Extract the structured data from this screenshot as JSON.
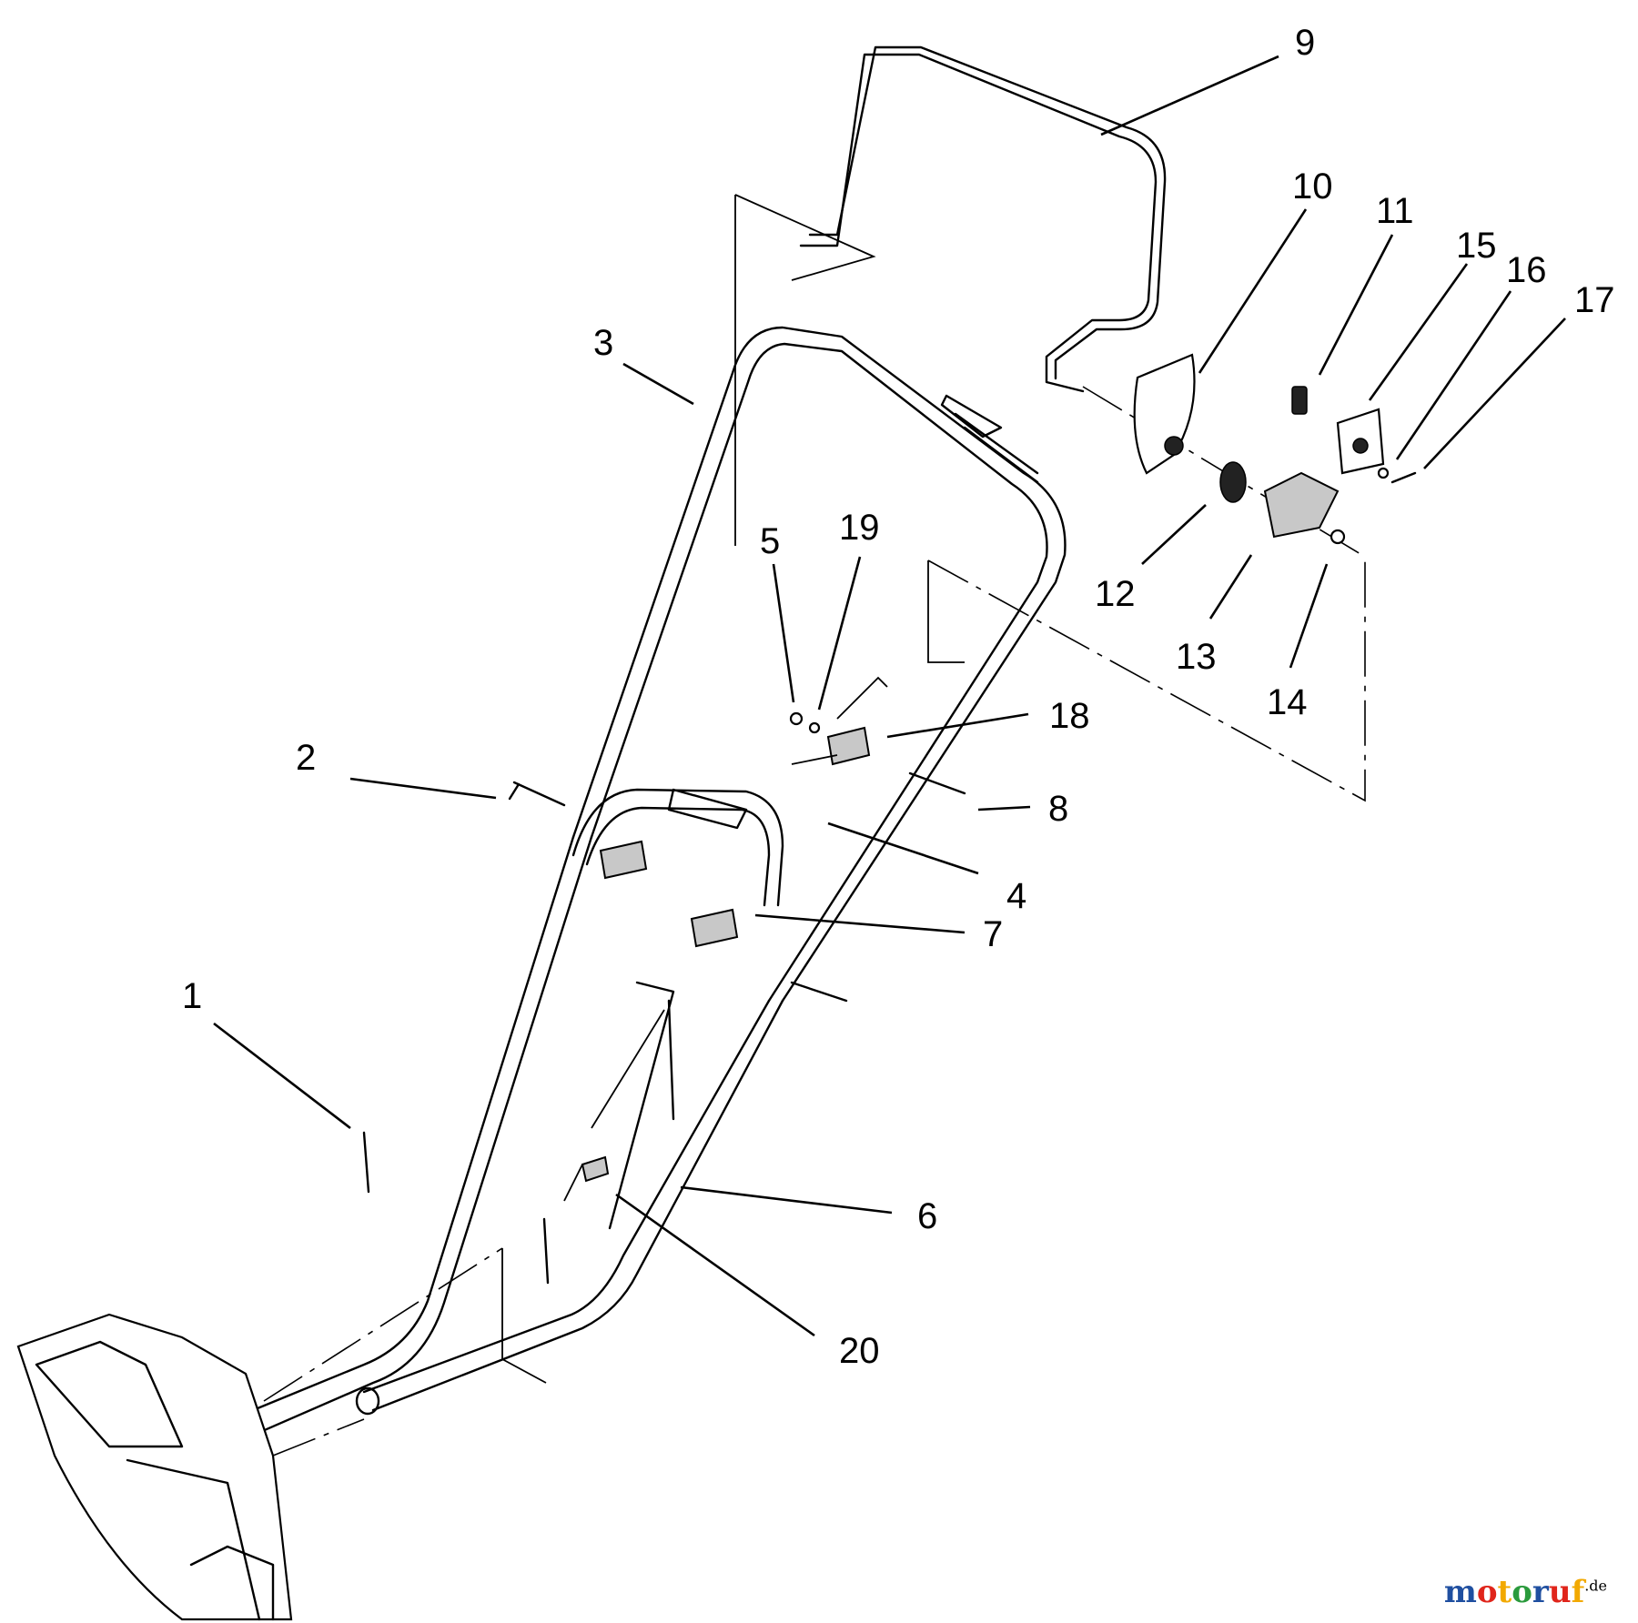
{
  "diagram": {
    "callouts": [
      "1",
      "2",
      "3",
      "4",
      "5",
      "6",
      "7",
      "8",
      "9",
      "10",
      "11",
      "12",
      "13",
      "14",
      "15",
      "16",
      "17",
      "18",
      "19",
      "20"
    ]
  },
  "watermark": {
    "text": "motoruf",
    "tld": ".de",
    "colors": [
      "#1f4fa0",
      "#e0251b",
      "#f2a900",
      "#2a9a3c"
    ]
  }
}
